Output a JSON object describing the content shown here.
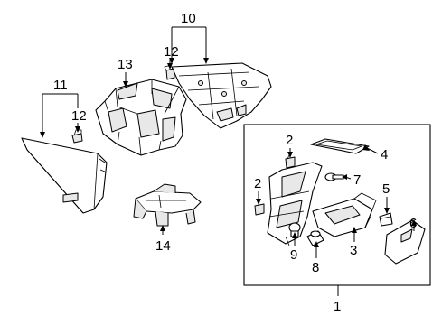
{
  "callouts": {
    "c1": "1",
    "c2a": "2",
    "c2b": "2",
    "c3": "3",
    "c4": "4",
    "c5": "5",
    "c6": "6",
    "c7": "7",
    "c8": "8",
    "c9": "9",
    "c10": "10",
    "c11": "11",
    "c12a": "12",
    "c12b": "12",
    "c13": "13",
    "c14": "14"
  }
}
